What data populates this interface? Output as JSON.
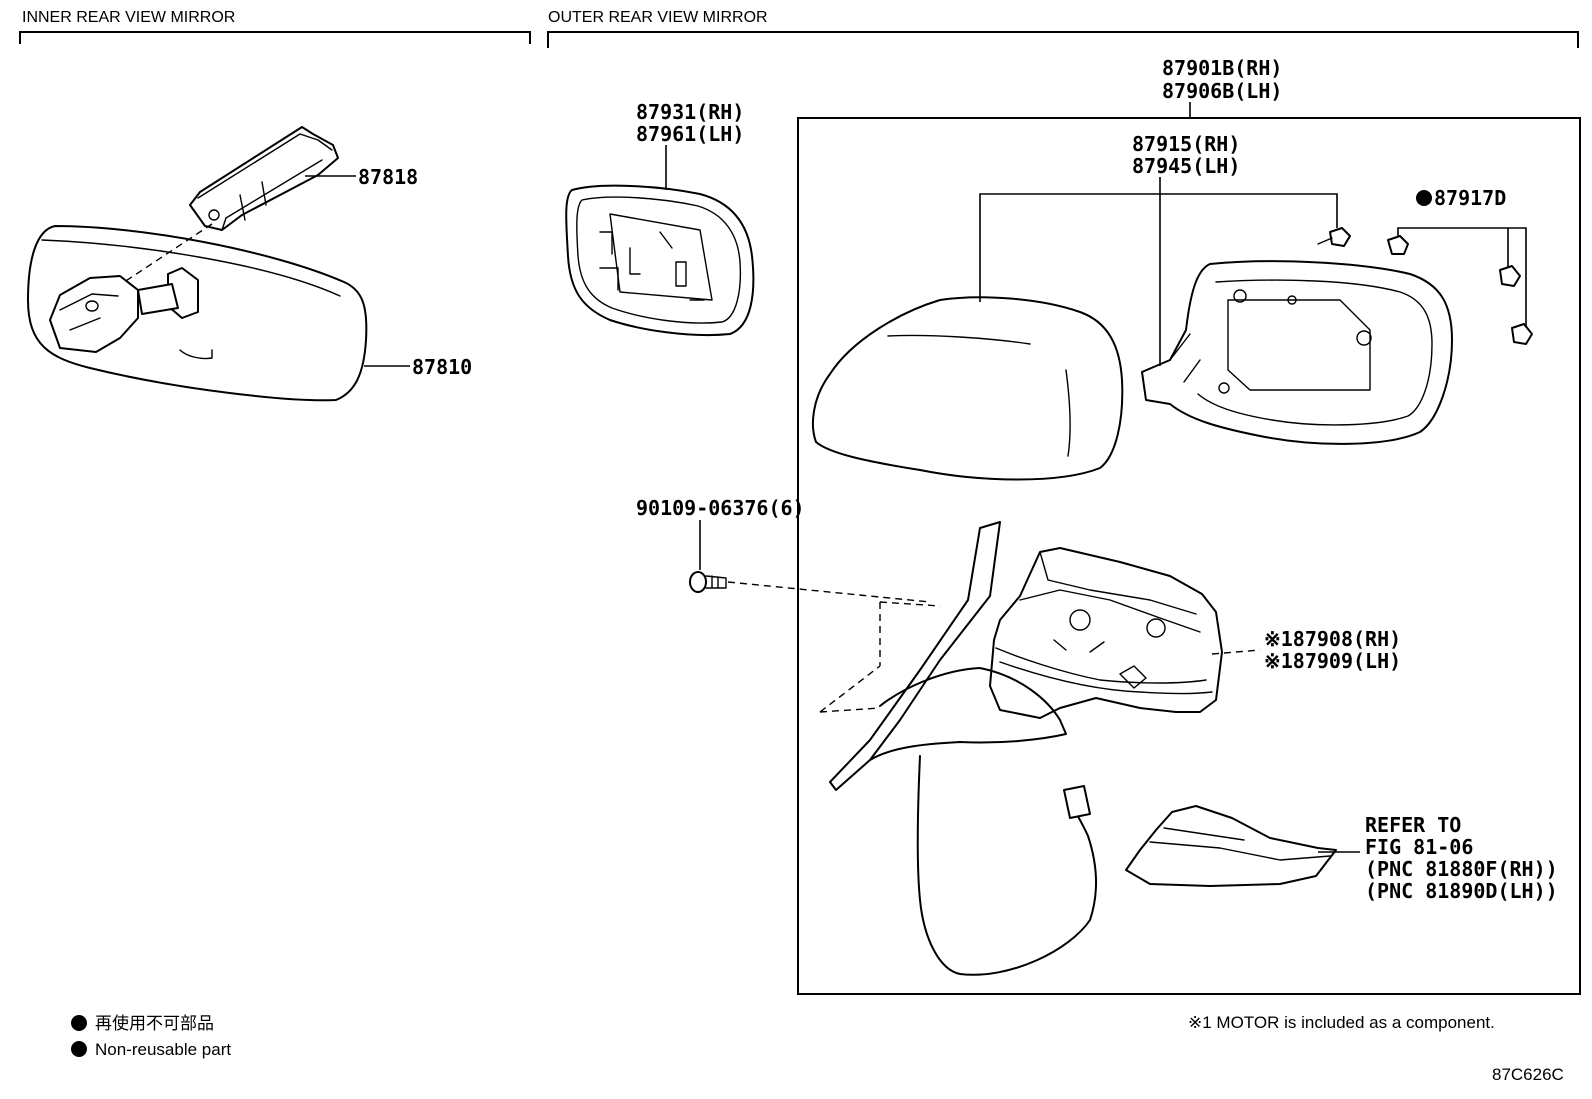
{
  "sections": {
    "inner": "INNER REAR VIEW MIRROR",
    "outer": "OUTER REAR VIEW MIRROR"
  },
  "parts": {
    "p87818": "87818",
    "p87810": "87810",
    "p87931": "87931(RH)",
    "p87961": "87961(LH)",
    "p87901b": "87901B(RH)",
    "p87906b": "87906B(LH)",
    "p87915": "87915(RH)",
    "p87945": "87945(LH)",
    "p87917d": "87917D",
    "p90109": "90109-06376(6)",
    "p87908": "※187908(RH)",
    "p87909": "※187909(LH)",
    "refer": [
      "REFER TO",
      "FIG 81-06",
      "(PNC 81880F(RH))",
      "(PNC 81890D(LH))"
    ]
  },
  "legend": {
    "jp": "再使用不可部品",
    "en": "Non-reusable part"
  },
  "motor_note": "※1 MOTOR is included as a component.",
  "figure_code": "87C626C"
}
